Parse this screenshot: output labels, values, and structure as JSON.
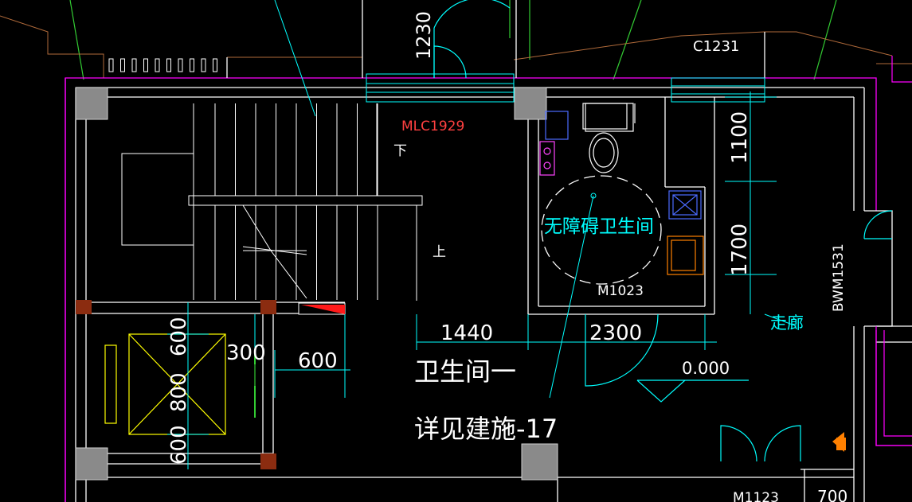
{
  "drawing": {
    "labels": {
      "door_mlc": "MLC1929",
      "down": "下",
      "up": "上",
      "window_c": "C1231",
      "room_accessible_wc": "无障碍卫生间",
      "door_m1023": "M1023",
      "corridor": "走廊",
      "door_bwm": "BWM1531",
      "room_wc1": "卫生间一",
      "see_detail": "详见建施-17",
      "door_m1123": "M1123",
      "elevation": "0.000"
    },
    "dimensions": {
      "d1230": "1230",
      "d1100": "1100",
      "d1700": "1700",
      "d1440": "1440",
      "d2300": "2300",
      "d600a": "600",
      "d800": "800",
      "d600b": "600",
      "d300": "300",
      "d600c": "600",
      "d700": "700"
    },
    "colors": {
      "background": "#000000",
      "wall": "#ffffff",
      "text_red": "#ff4040",
      "text_cyan": "#00ffff",
      "green": "#33cc33",
      "magenta": "#ff00ff",
      "yellow": "#ffff00",
      "column": "#8a8a8a",
      "orange": "#ff8000",
      "blue": "#4b6bff"
    }
  }
}
